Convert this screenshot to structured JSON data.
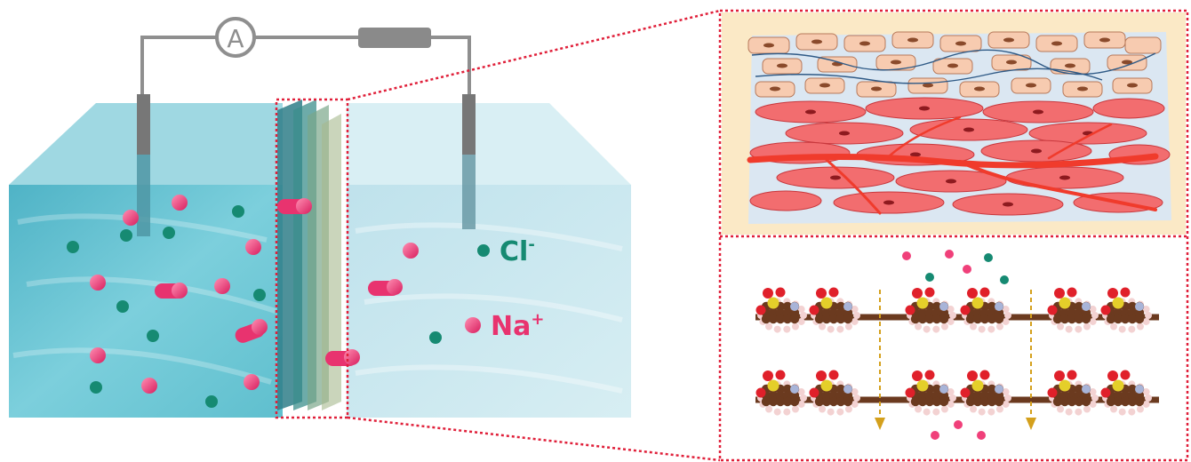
{
  "labels": {
    "chloride": "Cl",
    "chloride_charge": "-",
    "sodium": "Na",
    "sodium_charge": "+",
    "ammeter_symbol": "A"
  },
  "colors": {
    "sodium_ion": "#f0407a",
    "chloride_ion": "#168a72",
    "left_water": "#6fc6d6",
    "right_water": "#c9e6ee",
    "zoom_dotted": "#e0203a",
    "tissue_bg": "#fbe9c6",
    "muscle_cell": "#f26d6f",
    "nerve_line": "#f03b2c",
    "epithelial_cell": "#f7cbb0",
    "carbon_atom": "#6b3a1f",
    "oxygen_atom": "#e0202a",
    "sulfur_atom": "#e4cf2a",
    "nitrogen_atom": "#a8b4d8",
    "hydrogen_atom": "#f3d2d2",
    "wire": "#8f8f8f",
    "flux_arrow": "#d4a01c"
  },
  "icons": [
    "ammeter-icon",
    "resistor-icon",
    "electrode-icon",
    "membrane-icon",
    "ion-icon",
    "tissue-icon",
    "molecule-icon"
  ]
}
